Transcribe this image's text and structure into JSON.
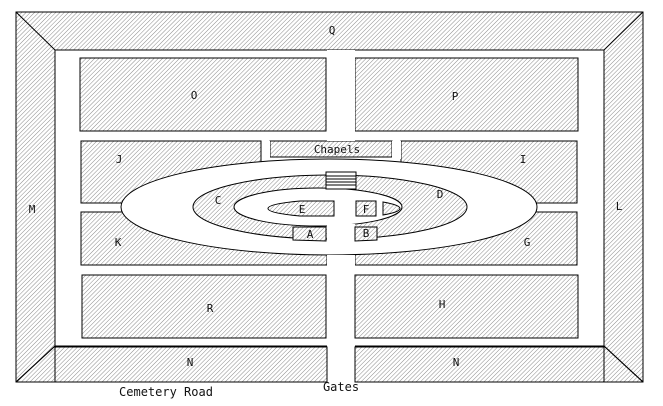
{
  "map": {
    "border_labels": {
      "top": "Q",
      "left": "M",
      "right": "L"
    },
    "chapels_label": "Chapels",
    "sections": {
      "O": "O",
      "P": "P",
      "J": "J",
      "I": "I",
      "K": "K",
      "G": "G",
      "R": "R",
      "H": "H",
      "N_left": "N",
      "N_right": "N",
      "C": "C",
      "D": "D",
      "E": "E",
      "F": "F",
      "A": "A",
      "B": "B"
    },
    "road_labels": {
      "cemetery_road": "Cemetery Road",
      "gates": "Gates"
    },
    "colors": {
      "hatch_line": "#777777",
      "outline": "#000000",
      "background": "#ffffff"
    }
  }
}
